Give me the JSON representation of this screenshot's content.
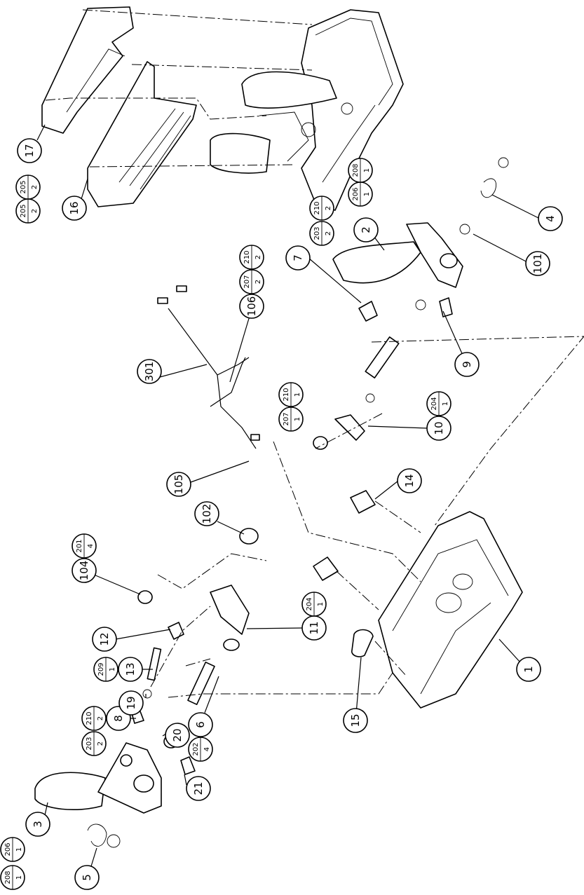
{
  "callouts": [
    {
      "num": "1"
    },
    {
      "num": "2"
    },
    {
      "num": "3"
    },
    {
      "num": "4"
    },
    {
      "num": "5"
    },
    {
      "num": "6"
    },
    {
      "num": "7"
    },
    {
      "num": "8"
    },
    {
      "num": "9"
    },
    {
      "num": "10"
    },
    {
      "num": "11"
    },
    {
      "num": "12"
    },
    {
      "num": "13"
    },
    {
      "num": "14"
    },
    {
      "num": "15"
    },
    {
      "num": "16"
    },
    {
      "num": "17"
    },
    {
      "num": "19"
    },
    {
      "num": "20"
    },
    {
      "num": "21"
    },
    {
      "num": "101"
    },
    {
      "num": "102"
    },
    {
      "num": "104"
    },
    {
      "num": "105"
    },
    {
      "num": "106"
    },
    {
      "num": "301"
    }
  ],
  "fractions": [
    {
      "top": "205",
      "bottom": "2"
    },
    {
      "top": "205",
      "bottom": "2"
    },
    {
      "top": "203",
      "bottom": "2"
    },
    {
      "top": "210",
      "bottom": "2"
    },
    {
      "top": "206",
      "bottom": "1"
    },
    {
      "top": "208",
      "bottom": "1"
    },
    {
      "top": "207",
      "bottom": "2"
    },
    {
      "top": "210",
      "bottom": "2"
    },
    {
      "top": "207",
      "bottom": "1"
    },
    {
      "top": "210",
      "bottom": "1"
    },
    {
      "top": "204",
      "bottom": "1"
    },
    {
      "top": "201",
      "bottom": "4"
    },
    {
      "top": "204",
      "bottom": "1"
    },
    {
      "top": "209",
      "bottom": "1"
    },
    {
      "top": "210",
      "bottom": "2"
    },
    {
      "top": "203",
      "bottom": "2"
    },
    {
      "top": "202",
      "bottom": "4"
    },
    {
      "top": "208",
      "bottom": "1"
    },
    {
      "top": "206",
      "bottom": "1"
    }
  ]
}
